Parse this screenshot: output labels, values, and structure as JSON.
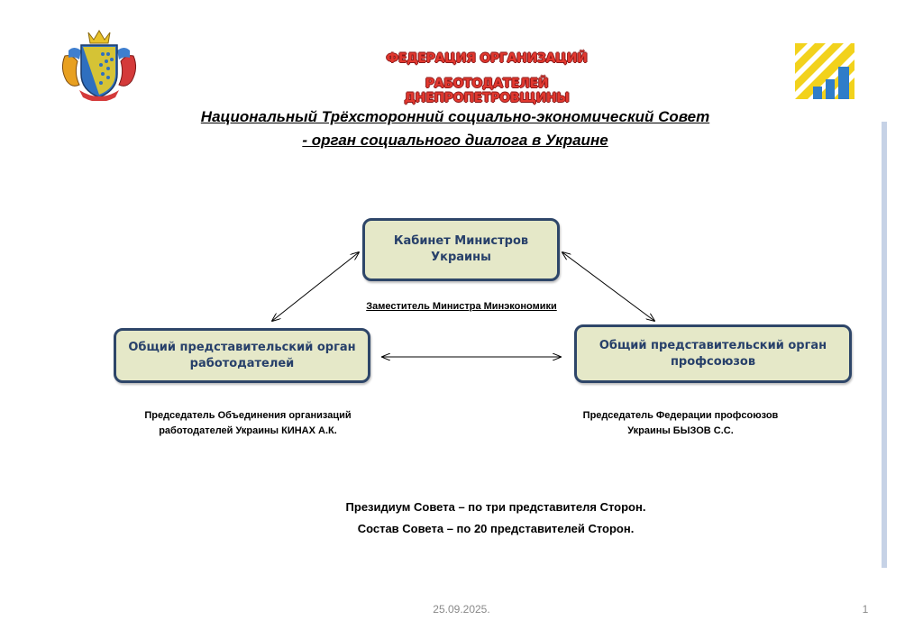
{
  "header": {
    "org_line1": "ФЕДЕРАЦИЯ ОРГАНИЗАЦИЙ",
    "org_line2": "РАБОТОДАТЕЛЕЙ ДНЕПРОПЕТРОВЩИНЫ",
    "left_logo_icon": "coat-of-arms-icon",
    "right_logo_icon": "federation-logo-icon"
  },
  "title": {
    "line1": "Национальный Трёхсторонний социально-экономический Совет",
    "line2": "- орган социального диалога в Украине"
  },
  "diagram": {
    "top_node": "Кабинет Министров\nУкраины",
    "left_node": "Общий представительский орган\nработодателей",
    "right_node": "Общий представительский орган\nпрофсоюзов",
    "top_caption": "Заместитель Министра Минэкономики",
    "left_caption_line1": "Председатель Объединения организаций",
    "left_caption_line2": "работодателей Украины КИНАХ А.К.",
    "right_caption_line1": "Председатель Федерации профсоюзов",
    "right_caption_line2": "Украины БЫЗОВ С.С."
  },
  "notes": {
    "presidium": "Президиум Совета – по три представителя Сторон.",
    "composition": "Состав Совета – по 20 представителей Сторон."
  },
  "footer": {
    "date": "25.09.2025.",
    "page": "1"
  },
  "colors": {
    "node_fill": "#e5e8c8",
    "node_border": "#2e4669",
    "node_text": "#27406a",
    "header_red": "#e2382f",
    "logo_yellow": "#f2d21c",
    "logo_blue": "#2f7dc9"
  }
}
